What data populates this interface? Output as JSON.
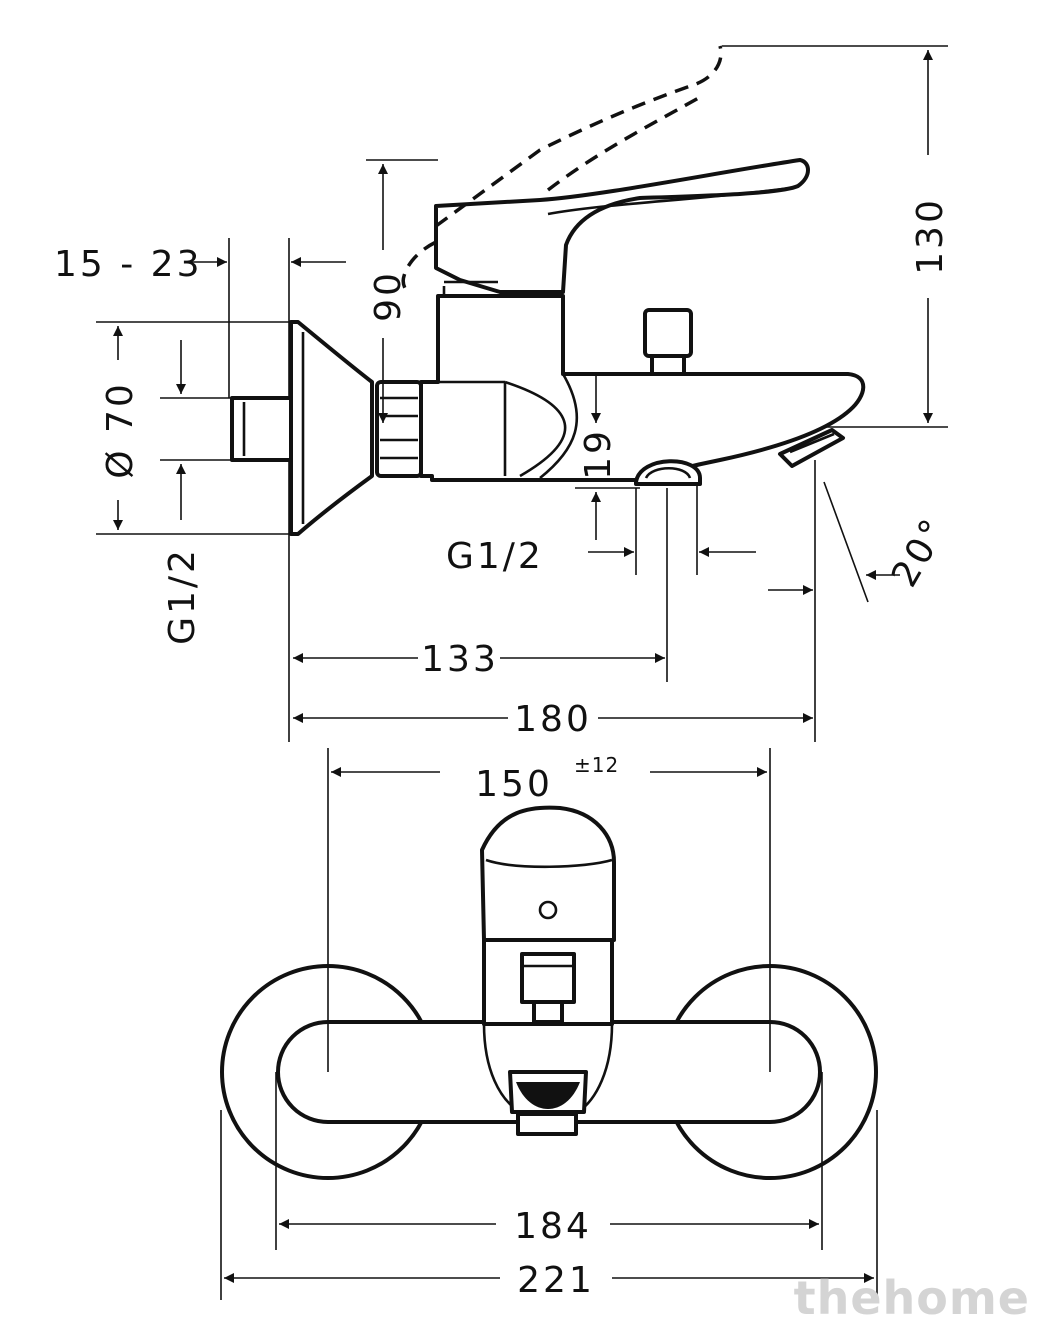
{
  "side_view": {
    "labels": {
      "wall_range": "15 - 23",
      "height_total": "130",
      "handle_height": "90",
      "rosette_diameter": "Ø 70",
      "inlet_thread_left": "G1/2",
      "outlet_clearance": "19",
      "outlet_thread": "G1/2",
      "spout_angle": "20°",
      "spout_projection": "133",
      "total_projection": "180"
    }
  },
  "front_view": {
    "labels": {
      "centre_distance": "150",
      "centre_tolerance": "±12",
      "body_width": "184",
      "overall_width": "221"
    }
  },
  "watermark": "thehome"
}
